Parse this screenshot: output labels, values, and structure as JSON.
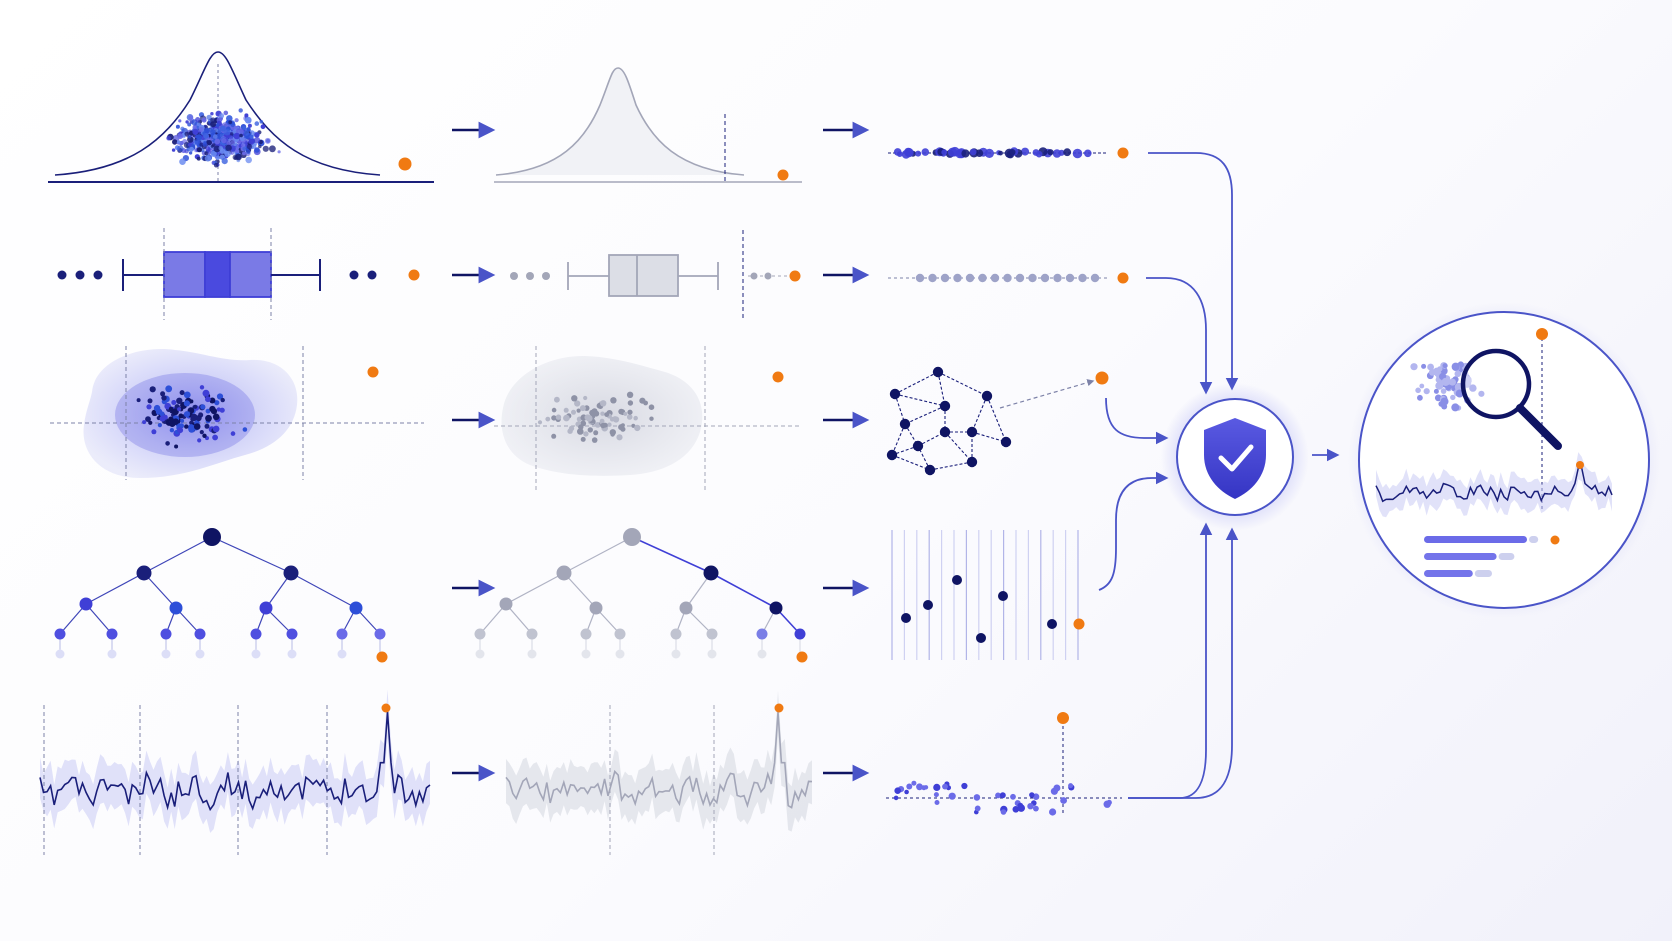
{
  "colors": {
    "navy": "#1a1f7a",
    "deep_navy": "#0f1463",
    "indigo": "#3f3fd6",
    "blue": "#2d4fd8",
    "violet": "#6b6be8",
    "lavender": "#c9cbf4",
    "pale_lavender": "#e6e7fa",
    "gray": "#a3a6b8",
    "light_gray": "#cdd0dc",
    "outlier_orange": "#f07a12",
    "connector": "#4a54c8"
  },
  "icons": {
    "hub": "shield-check-icon",
    "inspect": "magnifier-icon",
    "flow": "arrow-right-icon"
  },
  "rows": [
    {
      "key": "distribution",
      "stages": [
        "gaussian-density-scatter",
        "gaussian-curve-threshold",
        "one-dimensional-strip"
      ]
    },
    {
      "key": "boxplot",
      "stages": [
        "box-plot-whiskers",
        "muted-box-plot",
        "dotted-strip"
      ]
    },
    {
      "key": "cluster",
      "stages": [
        "density-cloud",
        "muted-density-cloud",
        "node-graph"
      ]
    },
    {
      "key": "tree",
      "stages": [
        "isolation-tree",
        "highlighted-path-tree",
        "vertical-split-lines"
      ]
    },
    {
      "key": "timeseries",
      "stages": [
        "time-series-band",
        "muted-time-series",
        "threshold-scatter"
      ]
    }
  ],
  "outcome": {
    "panel": "anomaly-inspection-panel",
    "legend_bars": [
      {
        "primary": 0.78,
        "secondary": 0.07
      },
      {
        "primary": 0.55,
        "secondary": 0.12
      },
      {
        "primary": 0.37,
        "secondary": 0.13
      }
    ]
  }
}
